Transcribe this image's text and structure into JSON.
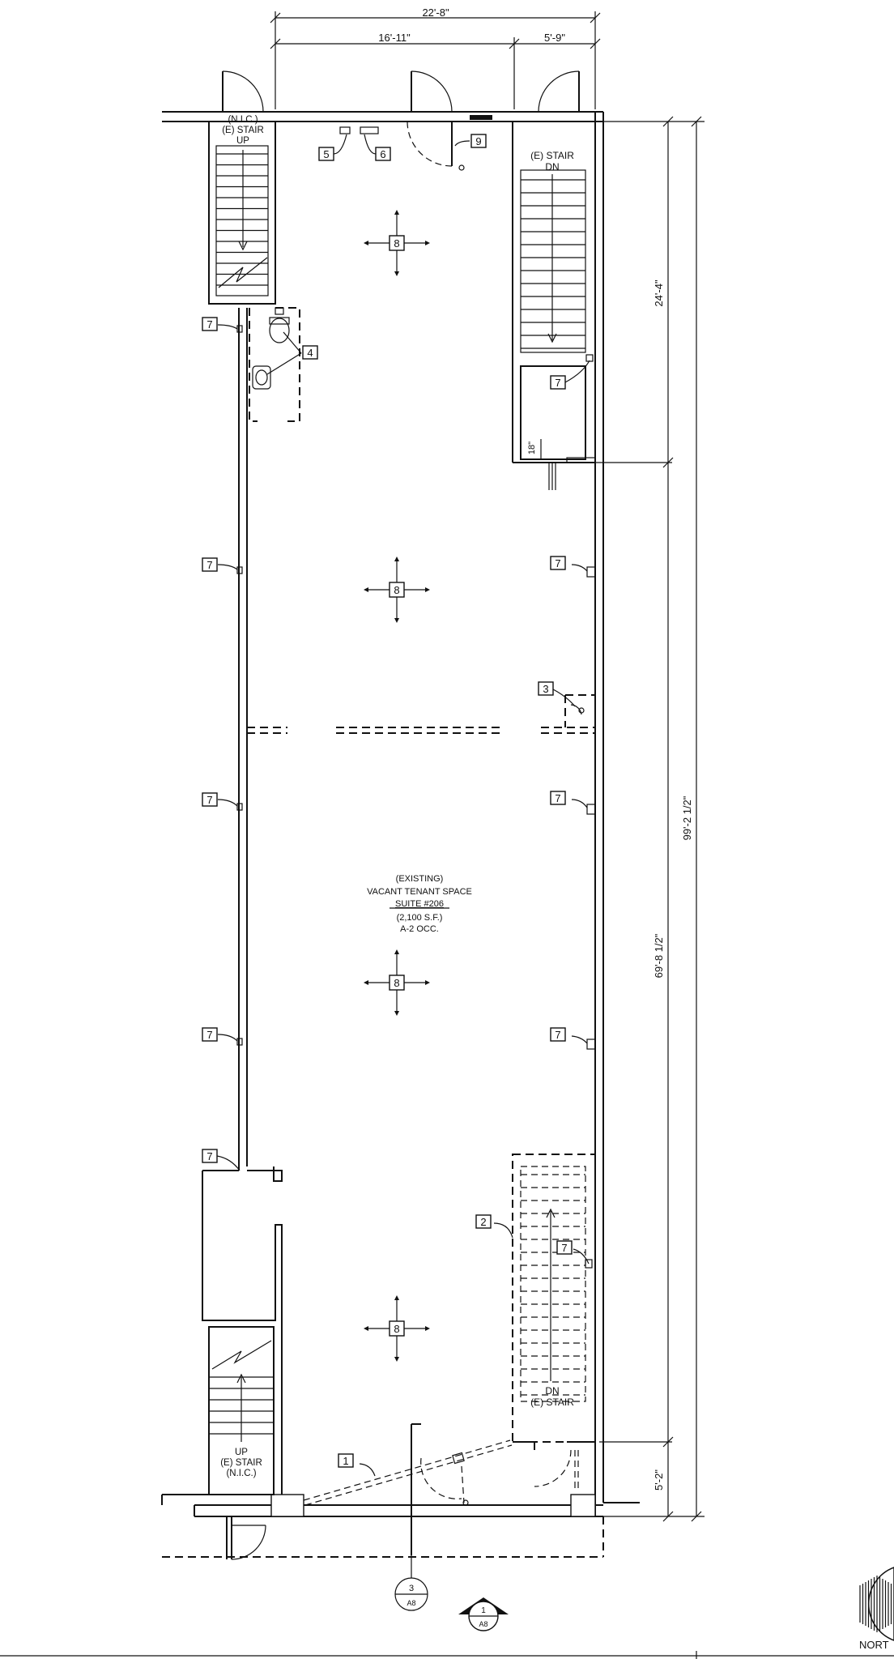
{
  "dimensions": {
    "overall_width": "22'-8\"",
    "left_width": "16'-11\"",
    "right_width": "5'-9\"",
    "upper_depth": "24'-4\"",
    "main_depth": "69'-8 1/2\"",
    "total_depth": "99'-2 1/2\"",
    "lower_depth": "5'-2\""
  },
  "stairs": {
    "top_left": [
      "(N.I.C.)",
      "(E) STAIR",
      "UP"
    ],
    "top_right": [
      "(E) STAIR",
      "DN"
    ],
    "bottom_left": [
      "UP",
      "(E) STAIR",
      "(N.I.C.)"
    ],
    "bottom_right": [
      "DN",
      "(E) STAIR"
    ]
  },
  "space_label": {
    "line1": "(EXISTING)",
    "line2": "VACANT TENANT SPACE",
    "line3": "SUITE #206",
    "line4": "(2,100 S.F.)",
    "line5": "A-2 OCC."
  },
  "keynotes": {
    "k1": "1",
    "k2": "2",
    "k3": "3",
    "k4": "4",
    "k5": "5",
    "k6": "6",
    "k7": "7",
    "k8": "8",
    "k9": "9"
  },
  "small_note": "18\"",
  "section_marker": {
    "num": "3",
    "sheet": "A8"
  },
  "elevation_marker": {
    "num": "1",
    "sheet": "A8"
  },
  "north_label": "NORT"
}
